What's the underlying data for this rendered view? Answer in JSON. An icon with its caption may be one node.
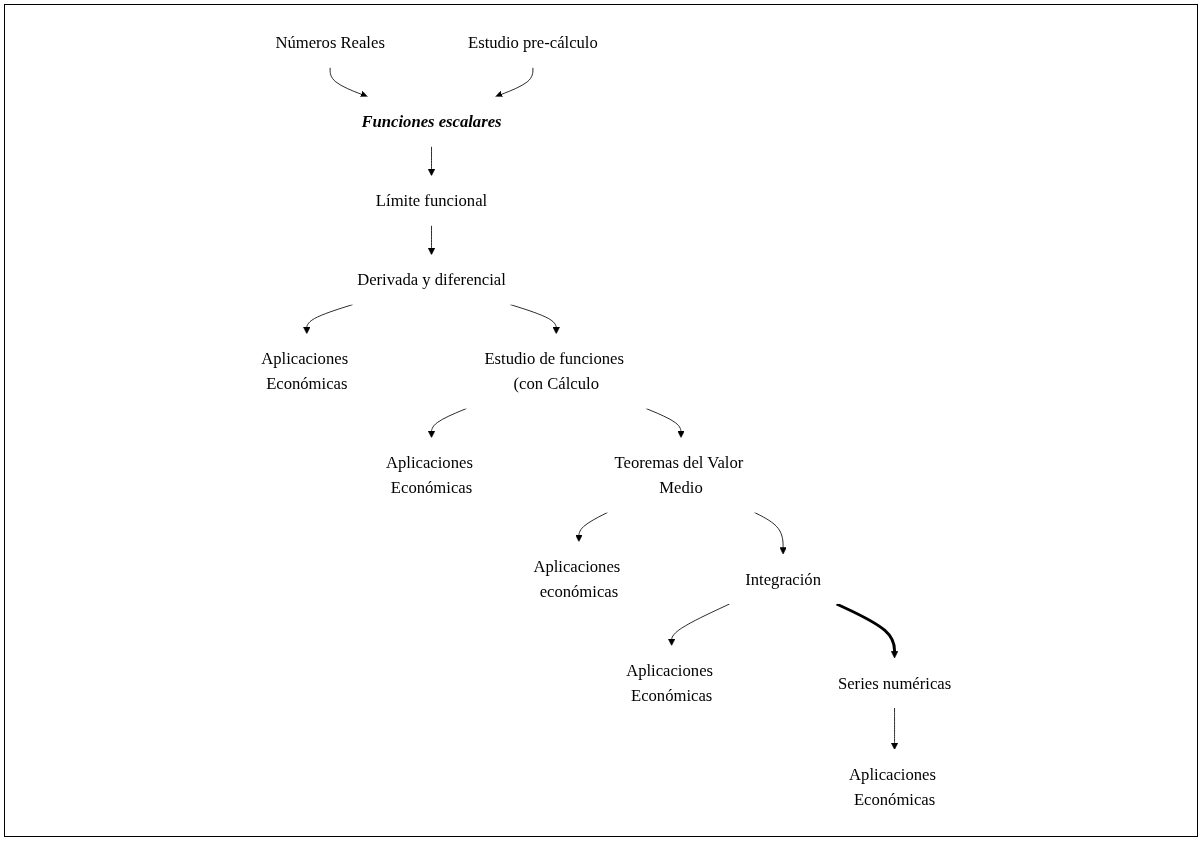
{
  "diagram": {
    "nodes": [
      {
        "text": [
          "Números Reales"
        ]
      },
      {
        "text": [
          "Estudio pre-cálculo"
        ]
      },
      {
        "text": [
          "Funciones escalares"
        ]
      },
      {
        "text": [
          "Límite funcional"
        ]
      },
      {
        "text": [
          "Derivada y diferencial"
        ]
      },
      {
        "text": [
          "Aplicaciones Económicas"
        ]
      },
      {
        "text": [
          "Estudio de funciones (con Cálculo"
        ]
      },
      {
        "text": [
          "Aplicaciones Económicas"
        ]
      },
      {
        "text": [
          "Teoremas del Valor Medio"
        ]
      },
      {
        "text": [
          "Aplicaciones económicas"
        ]
      },
      {
        "text": [
          "Integración"
        ]
      },
      {
        "text": [
          "Aplicaciones Económicas"
        ]
      },
      {
        "text": [
          "Series numéricas"
        ]
      },
      {
        "text": [
          "Aplicaciones Económicas"
        ]
      }
    ],
    "edges": [
      {
        "from": 0,
        "to": 2,
        "arrow": "to"
      },
      {
        "from": 1,
        "to": 2,
        "arrow": "to"
      },
      {
        "from": 2,
        "to": 3,
        "arrow": "to"
      },
      {
        "from": 3,
        "to": 4,
        "arrow": "to"
      },
      {
        "from": 4,
        "to": 5,
        "arrow": "to"
      },
      {
        "from": 4,
        "to": 6,
        "arrow": "to"
      },
      {
        "from": 6,
        "to": 7,
        "arrow": "to"
      },
      {
        "from": 6,
        "to": 8,
        "arrow": "to"
      },
      {
        "from": 8,
        "to": 9,
        "arrow": "to"
      },
      {
        "from": 8,
        "to": 10,
        "arrow": "to"
      },
      {
        "from": 10,
        "to": 11,
        "arrow": "to"
      },
      {
        "from": 10,
        "to": 12,
        "arrow": "to",
        "style": "thick"
      },
      {
        "from": 12,
        "to": 13,
        "arrow": "to"
      }
    ]
  }
}
